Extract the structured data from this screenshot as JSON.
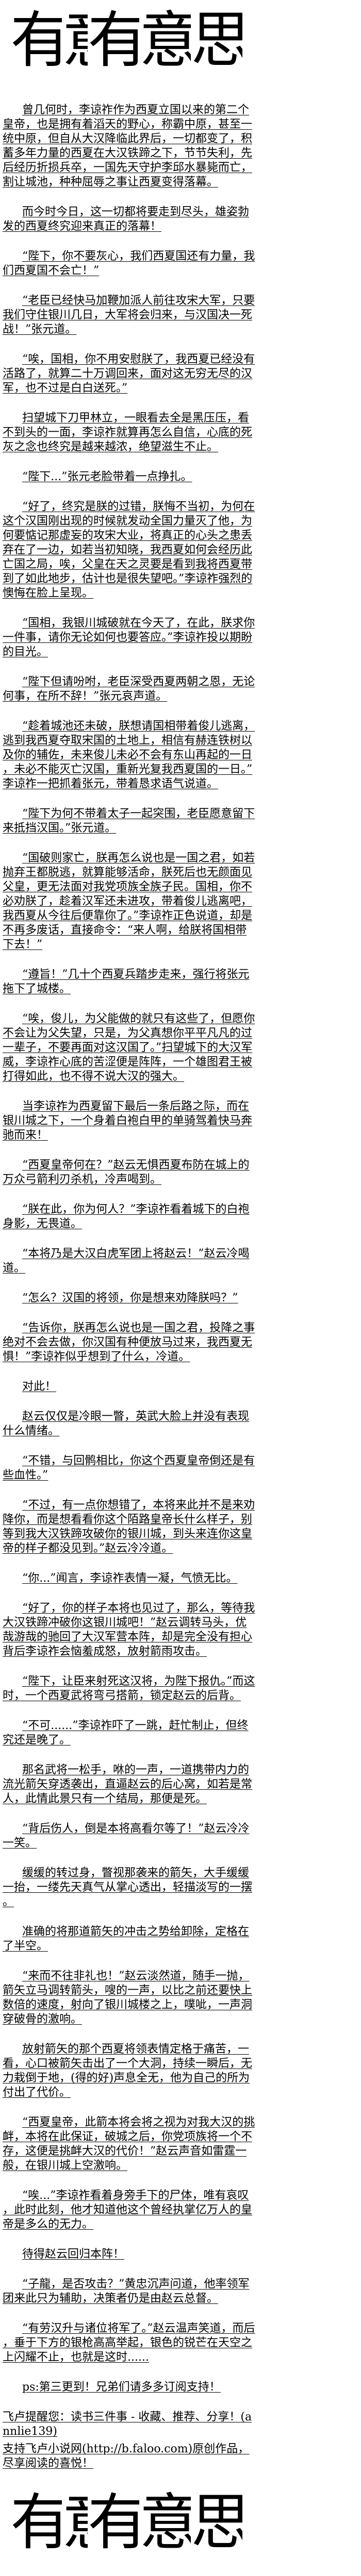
{
  "logo": {
    "text": "有意思",
    "glyphs": [
      "有",
      "意",
      "有",
      "意",
      "思"
    ]
  },
  "paragraphs": [
    "曾几何时，李谅祚作为西夏立国以来的第二个皇帝，也是拥有着滔天的野心，称霸中原，甚至一统中原，但自从大汉降临此界后，一切都变了，积蓄多年力量的西夏在大汉铁蹄之下，节节失利，先后经历折损兵卒，一国先天守护李邱水暴毙而亡，割让城池，种种屈辱之事让西夏变得落幕。",
    "而今时今日，这一切都将要走到尽头，雄姿勃发的西夏终究迎来真正的落幕！",
    "“陛下，你不要灰心，我们西夏国还有力量，我们西夏国不会亡！”",
    "“老臣已经快马加鞭加派人前往攻宋大军，只要我们守住银川几日，大军将会归来，与汉国决一死战！”张元道。",
    "“唉，国相，你不用安慰朕了，我西夏已经没有活路了，就算二十万调回来，面对这无穷无尽的汉军，也不过是白白送死。”",
    "扫望城下刀甲林立，一眼看去全是黑压压，看不到头的一面，李谅祚就算再怎么自信，心底的死灰之念也终究是越来越浓，绝望滋生不止。",
    "“陛下...”张元老脸带着一点挣扎。",
    "“好了，终究是朕的过错，朕悔不当初，为何在这个汉国刚出现的时候就发动全国力量灭了他，为何要惦记那虚妄的攻宋大业，将真正的心头之患丢弃在了一边，如若当初知晓，我西夏如何会经历此亡国之局，唉，父皇在天之灵要是看到我将西夏带到了如此地步，估计也是很失望吧。”李谅祚强烈的懊悔在脸上呈现。",
    "“国相，我银川城破就在今天了，在此，朕求你一件事，请你无论如何也要答应。”李谅祚投以期盼的目光。",
    "“陛下但请吩咐，老臣深受西夏两朝之恩，无论何事，在所不辞！”张元哀声道。",
    "“趁着城池还未破，朕想请国相带着俊儿逃离，逃到我西夏夺取宋国的土地上，相信有赫连铁树以及你的辅佐，未来俊儿未必不会有东山再起的一日，未必不能灭亡汉国，重新光复我西夏国的一日。”李谅祚一把抓着张元，带着恳求语气说道。",
    "“陛下为何不带着太子一起突围，老臣愿意留下来抵挡汉国。”张元道。",
    "“国破则家亡，朕再怎么说也是一国之君，如若抛弃王都脱逃，就算能够活命，朕死后也无颜面见父皇，更无法面对我党项族全族子民。国相，你不必劝朕了，趁着汉军还未进攻，带着俊儿逃离吧，我西夏从今往后便靠你了。”李谅祚正色说道，却是不再多废话，直接命令：“来人啊，给朕将国相带下去！”",
    "“遵旨！”几十个西夏兵踏步走来，强行将张元拖下了城楼。",
    "“唉，俊儿，为父能做的就只有这些了，但愿你不会让为父失望，只是，为父真想你平平凡凡的过一辈子，不要再面对这汉国了。”扫望城下的大汉军威，李谅祚心底的苦涩便是阵阵，一个雄图君王被打得如此，也不得不说大汉的强大。",
    "当李谅祚为西夏留下最后一条后路之际，而在银川城之下，一个身着白袍白甲的单骑驾着快马奔驰而来！",
    "“西夏皇帝何在？”赵云无惧西夏布防在城上的万众弓箭利刃杀机，冷声喝到。",
    "“朕在此，你为何人？”李谅祚看着城下的白袍身影，无畏道。",
    "“本将乃是大汉白虎军团上将赵云！”赵云冷喝道。",
    "“怎么？汉国的将领，你是想来劝降朕吗？”",
    "“告诉你，朕再怎么说也是一国之君，投降之事绝对不会去做，你汉国有种便放马过来，我西夏无惧！”李谅祚似乎想到了什么，冷道。",
    "对此！",
    "赵云仅仅是冷眼一瞥，英武大脸上并没有表现什么情绪。",
    "“不错，与回鹘相比，你这个西夏皇帝倒还是有些血性。”",
    "“不过，有一点你想错了，本将来此并不是来劝降你，而是想看看你这个陌路皇帝长什么样子，别等到我大汉铁蹄攻破你的银川城，到头来连你这皇帝的样子都没见到。”赵云冷冷道。",
    "“你...”闻言，李谅祚表情一凝，气愤无比。",
    "“好了，你的样子本将也见过了，那么，等待我大汉铁蹄冲破你这银川城吧！”赵云调转马头，优哉游哉的驰回了大汉军营本阵，却是完全没有担心背后李谅祚会恼羞成怒，放射箭雨攻击。",
    "“陛下，让臣来射死这汉将，为陛下报仇。”而这时，一个西夏武将弯弓搭箭，锁定赵云的后背。",
    "“不可......”李谅祚吓了一跳，赶忙制止，但终究还是晚了。",
    "那名武将一松手，咻的一声，一道携带内力的流光箭矢穿透袭出，直逼赵云的后心窝，如若是常人，此情此景只有一个结局，那便是死。",
    "“背后伤人，倒是本将高看尔等了！”赵云冷冷一笑。",
    "缓缓的转过身，瞥视那袭来的箭矢，大手缓缓一抬，一缕先天真气从掌心透出，轻描淡写的一摆。",
    "准确的将那道箭矢的冲击之势给卸除，定格在了半空。",
    "“来而不往非礼也！”赵云淡然道，随手一抛，箭矢立马调转箭头，嗖的一声，以比之前还要快上数倍的速度，射向了银川城楼之上，噗呲，一声洞穿破骨的激响。",
    "放射箭矢的那个西夏将领表情定格于痛苦，一看，心口被箭矢击出了一个大洞，持续一瞬后，无力栽倒于地，(得的好)声息全无，他为自己的所为付出了代价。",
    "“西夏皇帝，此箭本将会将之视为对我大汉的挑衅，本将在此保证，破城之后，你党项族将一个不存，这便是挑衅大汉的代价！”赵云声音如雷霆一般，在银川城上空激响。",
    "“唉...”李谅祚看着身旁手下的尸体，唯有哀叹，此时此刻，他才知道他这个曾经执掌亿万人的皇帝是多么的无力。",
    "待得赵云回归本阵！",
    "“子龍，是否攻击？”黄忠沉声问道，他率领军团来此只为辅助，决策者仍是由赵云总督。",
    "“有劳汉升与诸位将军了。”赵云温声笑道，而后，垂于下方的银枪高高举起，银色的锐芒在天空之上闪耀不止，也就是这时......",
    "ps:第三更到！兄弟们请多多订阅支持！"
  ],
  "footer": {
    "reminder": "飞卢提醒您：读书三件事 - 收藏、推荐、分享！(annlie139)",
    "support": "支持飞卢小说网(http://b.faloo.com)原创作品，尽享阅读的喜悦！"
  }
}
